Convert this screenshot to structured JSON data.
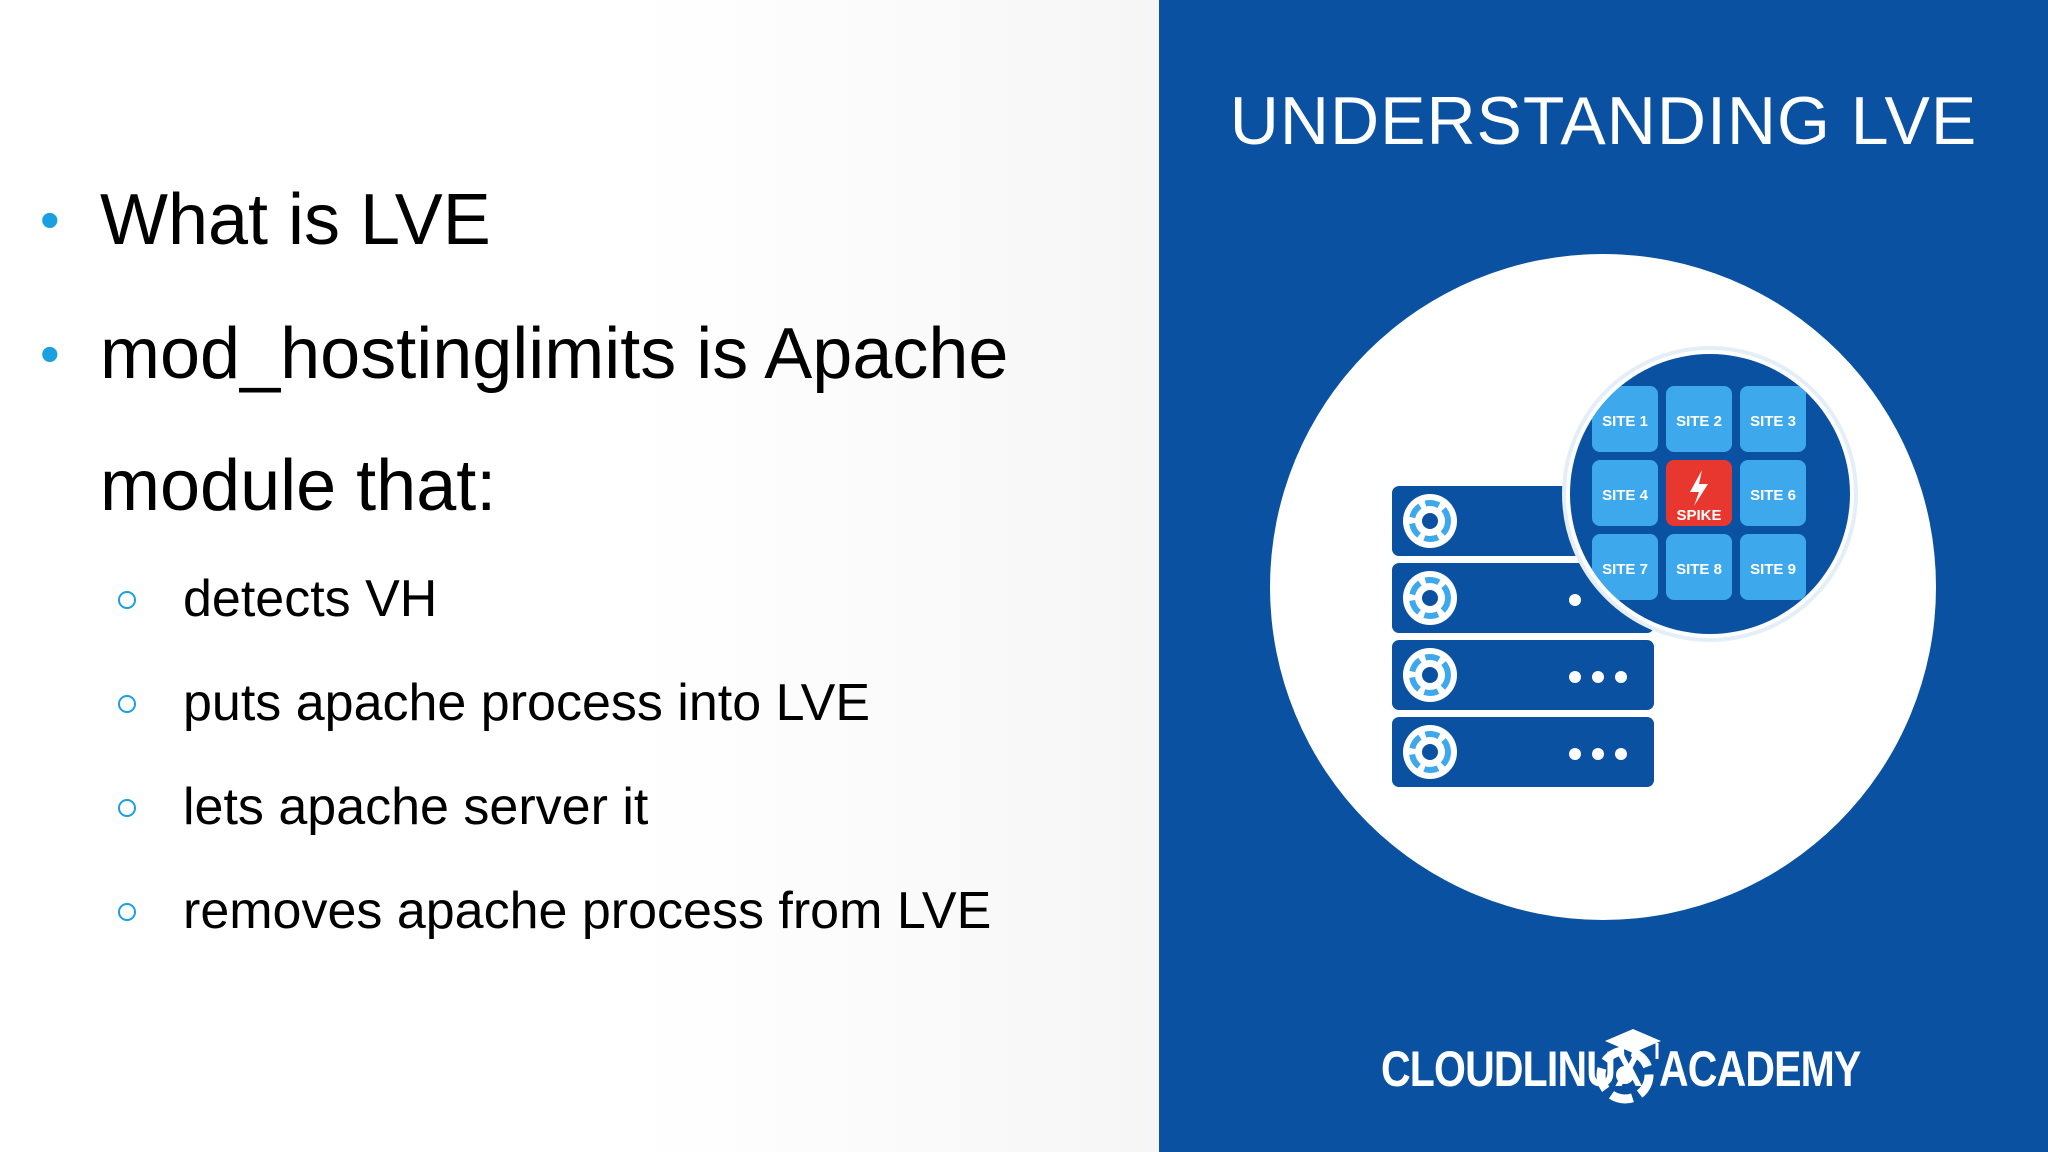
{
  "slide": {
    "title": "UNDERSTANDING LVE",
    "bullets": [
      {
        "text": "What is LVE"
      },
      {
        "text": "mod_hostinglimits is Apache",
        "continuation": "module that:"
      }
    ],
    "sub_bullets": [
      "detects VH",
      "puts apache process into LVE",
      "lets apache server it",
      "removes apache process from LVE"
    ]
  },
  "illustration": {
    "sites": [
      "SITE 1",
      "SITE 2",
      "SITE 3",
      "SITE 4",
      "SPIKE",
      "SITE 6",
      "SITE 7",
      "SITE 8",
      "SITE 9"
    ],
    "spike_label": "SPIKE"
  },
  "logo": {
    "left_text": "CLOUDLINUX",
    "right_text": "ACADEMY"
  },
  "colors": {
    "brand_blue": "#0a52a1",
    "bullet_accent": "#1a9fe0",
    "tile_blue": "#3ea8ec",
    "spike_red": "#e8372e"
  }
}
